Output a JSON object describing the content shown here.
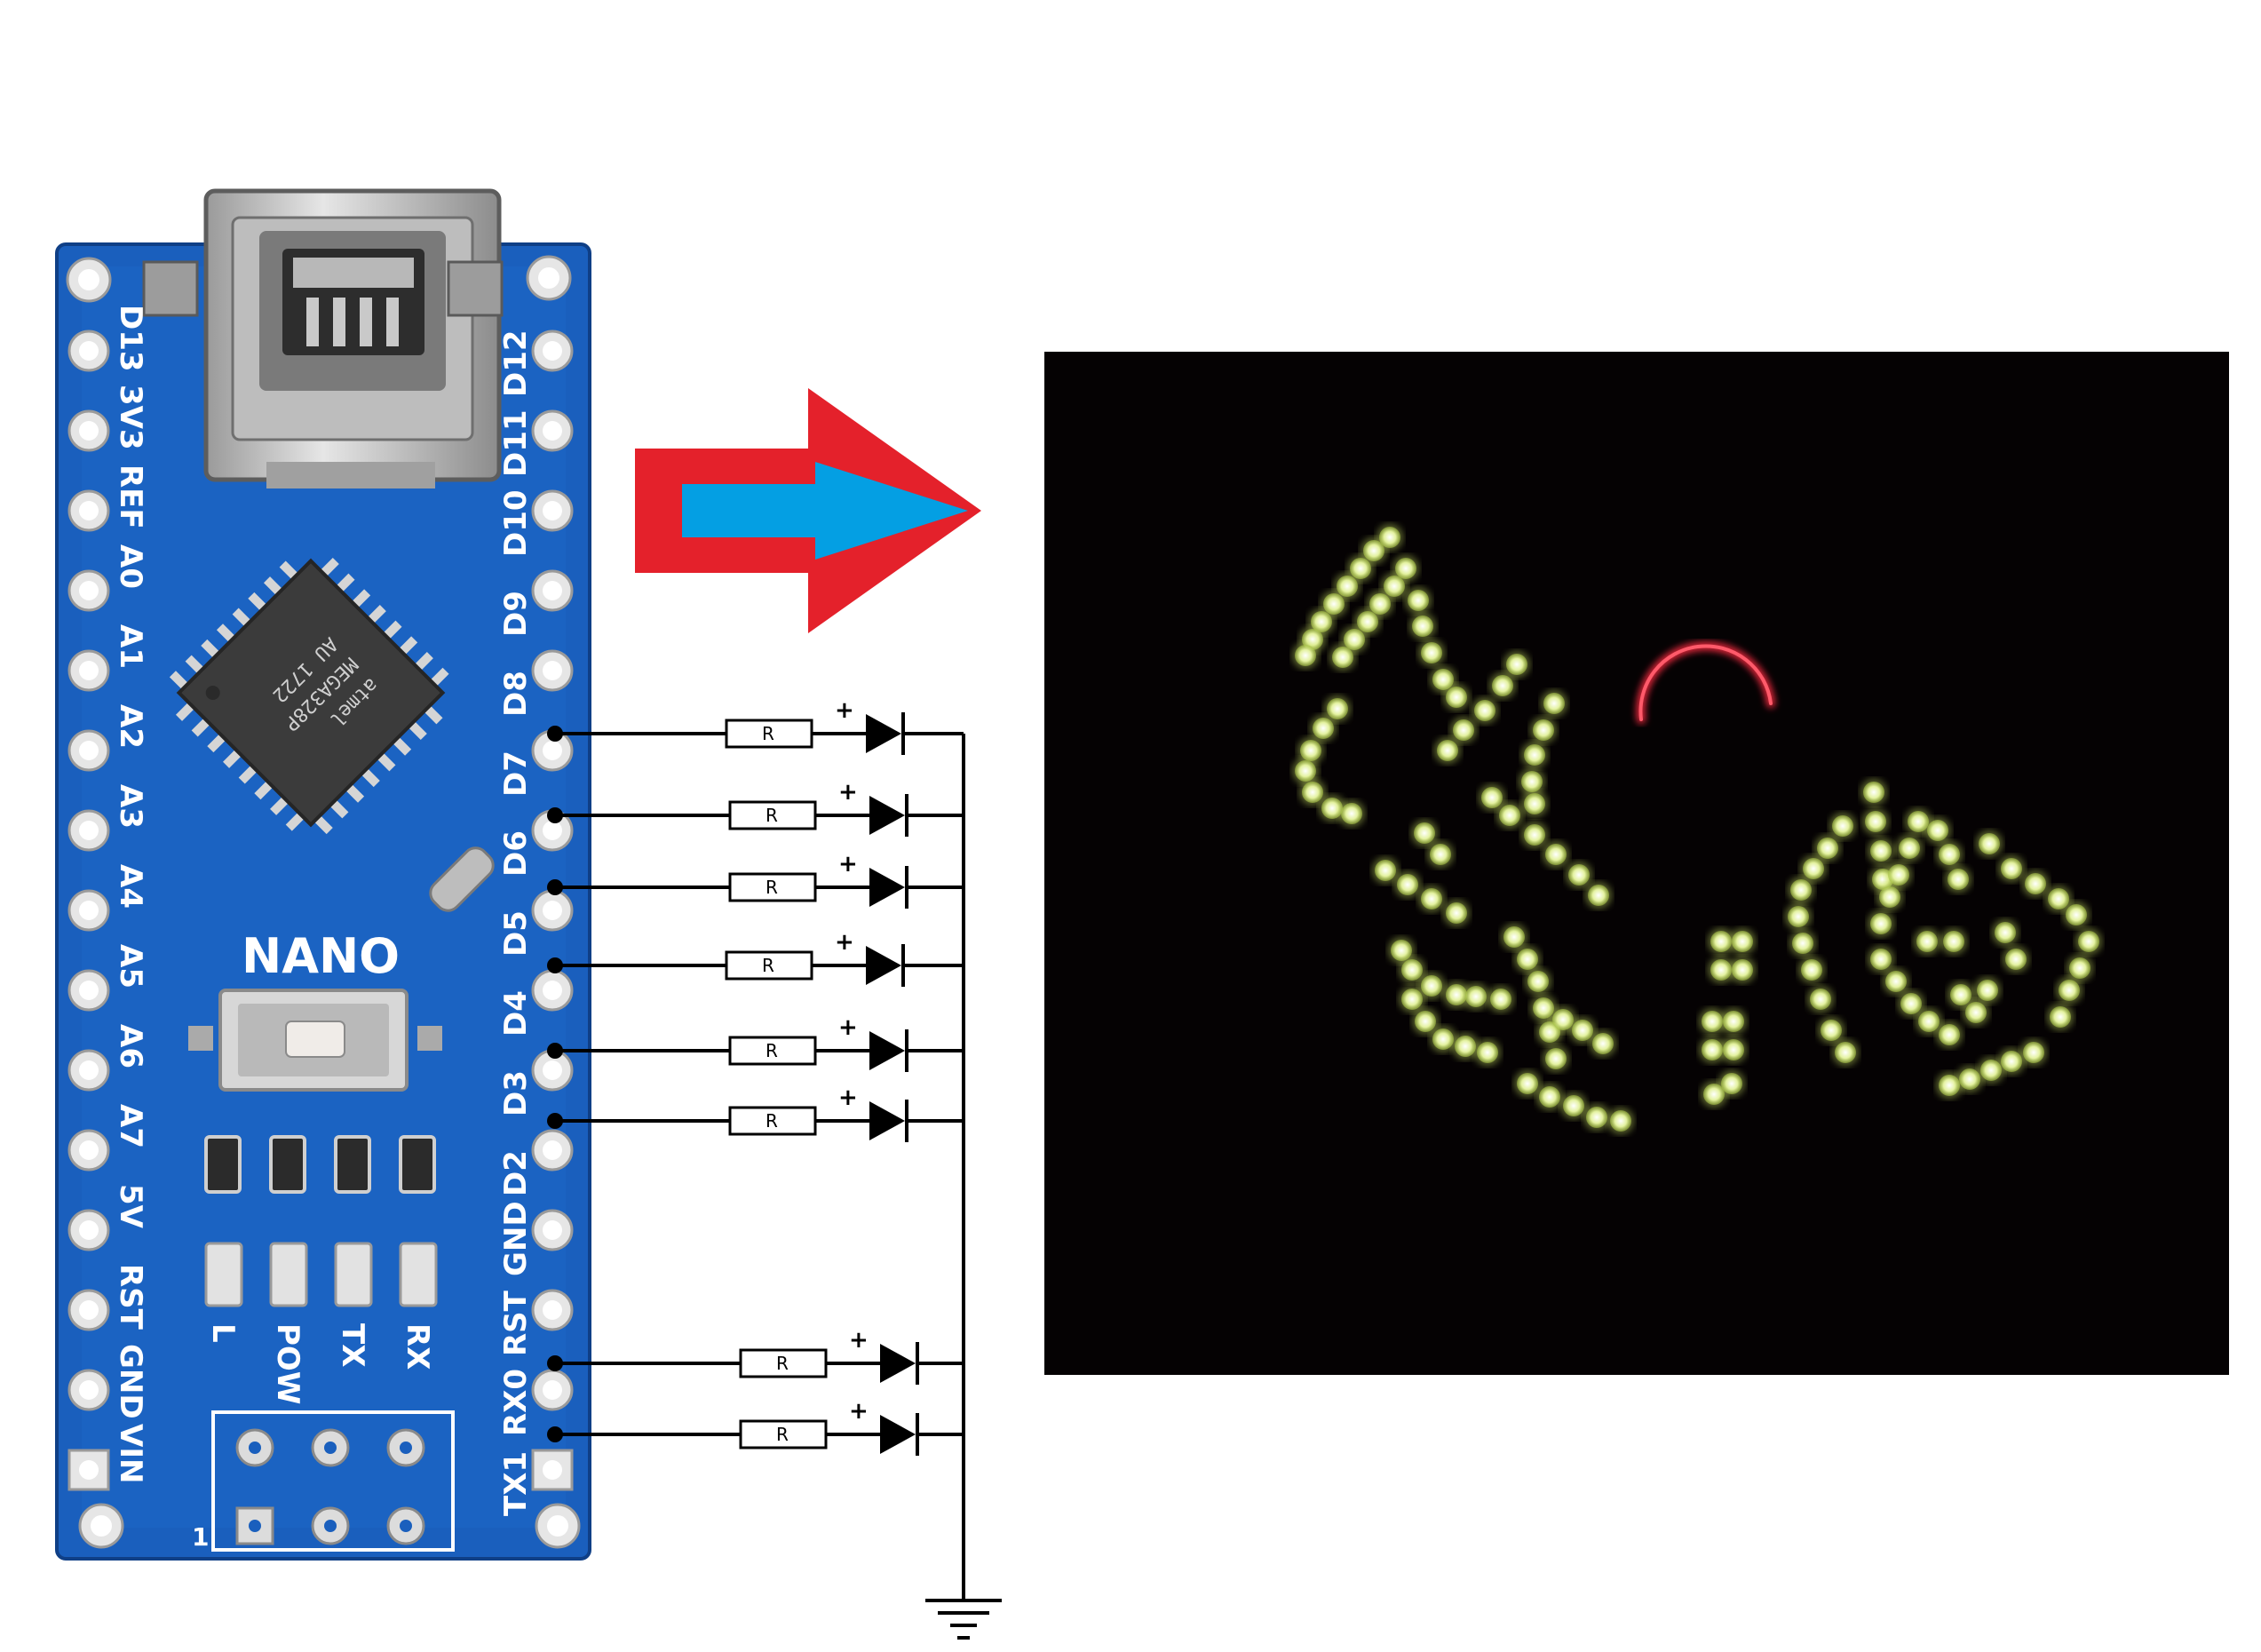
{
  "board": {
    "name_label": "NANO",
    "left_pins": [
      "D13",
      "3V3",
      "REF",
      "A0",
      "A1",
      "A2",
      "A3",
      "A4",
      "A5",
      "A6",
      "A7",
      "5V",
      "RST",
      "GND",
      "VIN"
    ],
    "right_pins": [
      "D12",
      "D11",
      "D10",
      "D9",
      "D8",
      "D7",
      "D6",
      "D5",
      "D4",
      "D3",
      "D2",
      "GND",
      "RST",
      "RX0",
      "TX1"
    ],
    "led_labels": [
      "L",
      "POW",
      "TX",
      "RX"
    ],
    "chip_lines": [
      "MEGA328P",
      "AU 1722"
    ],
    "chip_logo": "atmel",
    "header_pin_one": "1"
  },
  "circuit": {
    "resistor_label": "R",
    "polarity_mark": "+",
    "connected_pins": [
      "D7",
      "D6",
      "D5",
      "D4",
      "D3",
      "D2",
      "RX0",
      "TX1"
    ]
  },
  "arrow": {
    "outline_color": "#e4212b",
    "fill_color": "#049fe3"
  },
  "display": {
    "background": "#050203",
    "dot_color": "#e9f5a4",
    "ring_color": "#e2263a"
  },
  "colors": {
    "pcb": "#1a5fbd",
    "pcb_dark": "#15519f",
    "wire": "#000000"
  }
}
